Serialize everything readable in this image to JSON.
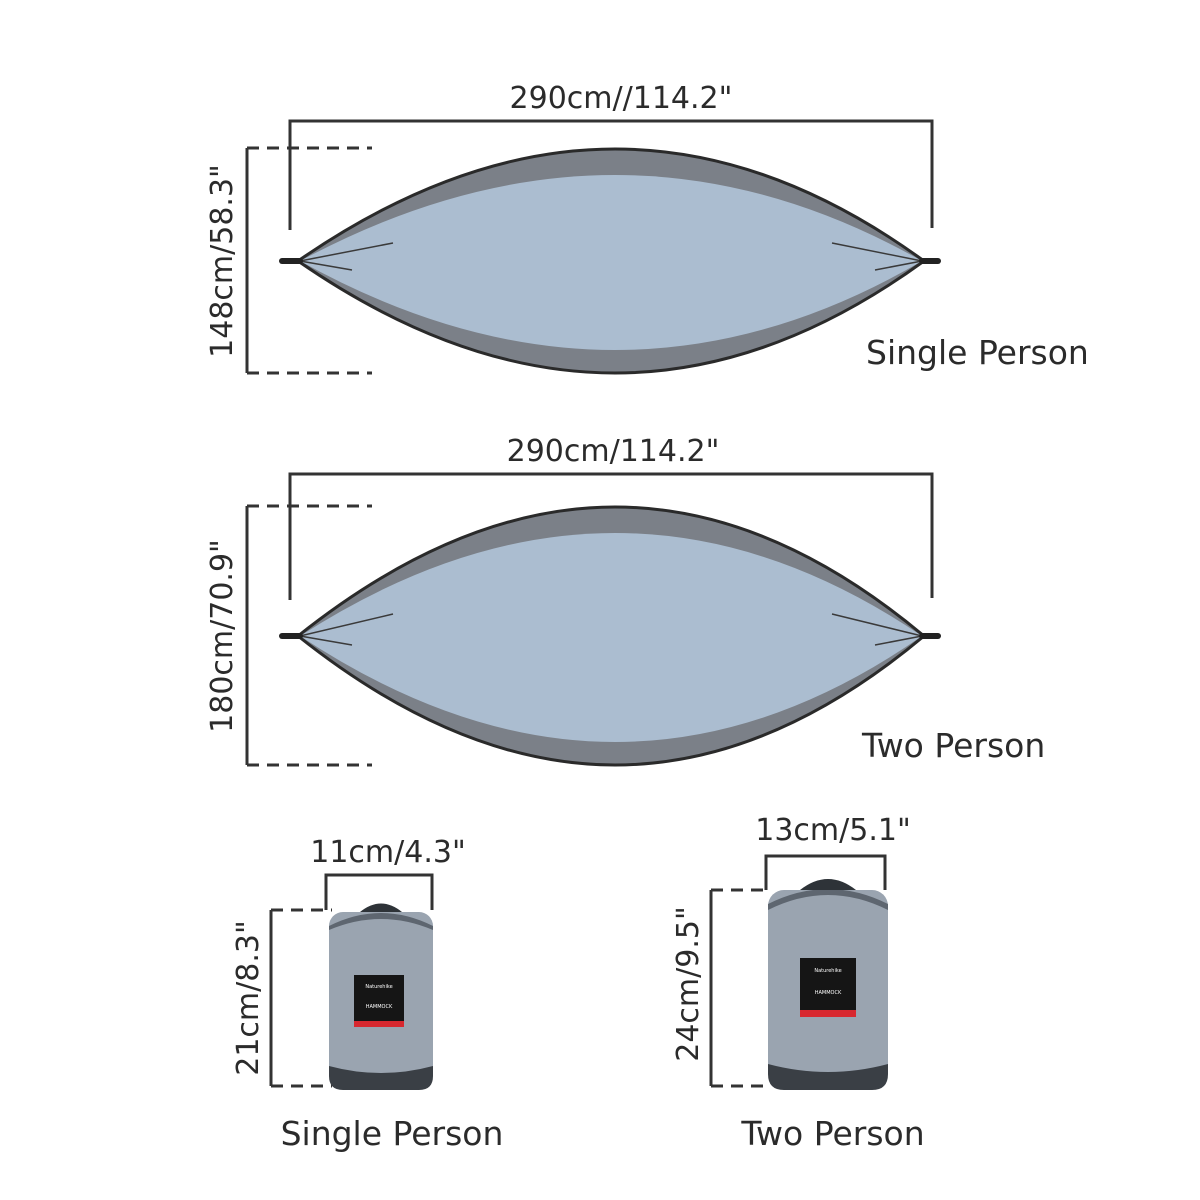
{
  "single": {
    "width_label": "290cm//114.2\"",
    "height_label": "148cm/58.3\"",
    "name": "Single Person"
  },
  "double": {
    "width_label": "290cm/114.2\"",
    "height_label": "180cm/70.9\"",
    "name": "Two Person"
  },
  "bag_single": {
    "width_label": "11cm/4.3\"",
    "height_label": "21cm/8.3\"",
    "name": "Single Person",
    "tag_brand": "Naturehike",
    "tag_product": "HAMMOCK"
  },
  "bag_double": {
    "width_label": "13cm/5.1\"",
    "height_label": "24cm/9.5\"",
    "name": "Two Person",
    "tag_brand": "Naturehike",
    "tag_product": "HAMMOCK"
  },
  "colors": {
    "fabric_light": "#abbdd0",
    "fabric_dark": "#7b8088",
    "outline": "#2a2a2a",
    "bag_body": "#9aa4b0",
    "bag_base": "#3a3f45",
    "tag_bg": "#151515",
    "tag_red": "#d8282f"
  }
}
